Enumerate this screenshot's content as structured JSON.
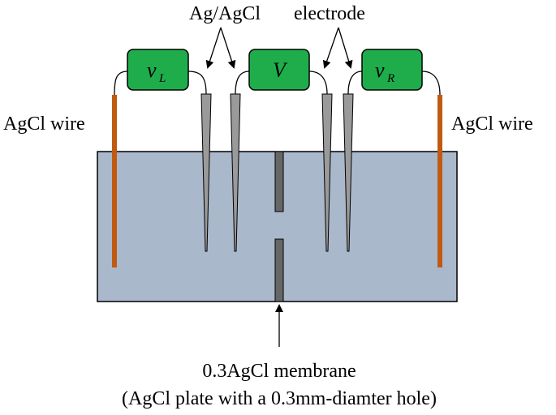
{
  "labels": {
    "top_electrode_left": "Ag/AgCl",
    "top_electrode_right": "electrode",
    "left_wire": "AgCl wire",
    "right_wire": "AgCl wire",
    "membrane_line1": "0.3AgCl membrane",
    "membrane_line2": "(AgCl plate with a 0.3mm-diamter hole)"
  },
  "meters": [
    {
      "symbol": "v",
      "subscript": "L"
    },
    {
      "symbol": "V",
      "subscript": ""
    },
    {
      "symbol": "v",
      "subscript": "R"
    }
  ],
  "colors": {
    "meter_fill": "#1fad4b",
    "tank_fill": "#aab8cc",
    "wire": "#c05a12",
    "electrode_fill": "#9a9a9a",
    "membrane_fill": "#666666",
    "outline": "#000000"
  }
}
